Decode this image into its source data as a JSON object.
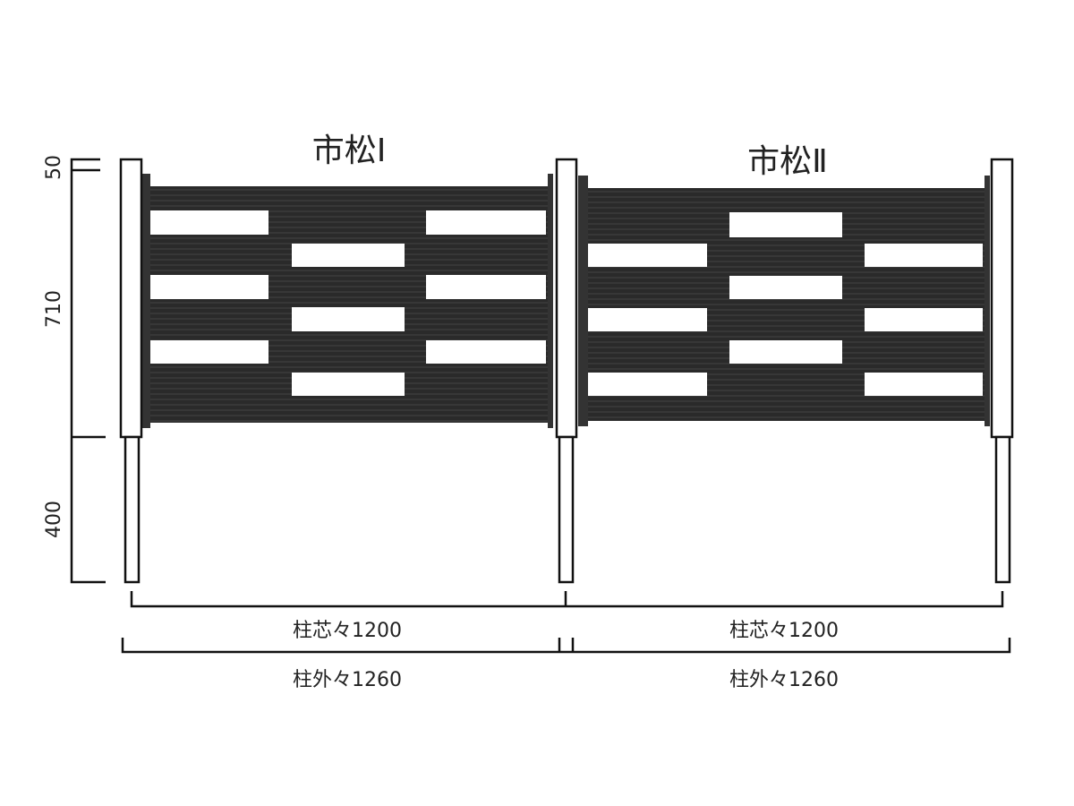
{
  "titles": {
    "panel1": "市松Ⅰ",
    "panel2": "市松Ⅱ"
  },
  "vertical_dims": {
    "top": "50",
    "middle": "710",
    "bottom": "400"
  },
  "horizontal_dims": {
    "center_left": "柱芯々1200",
    "center_right": "柱芯々1200",
    "outer_left": "柱外々1260",
    "outer_right": "柱外々1260"
  },
  "colors": {
    "slat": "#2a2a2a",
    "line": "#111111"
  }
}
